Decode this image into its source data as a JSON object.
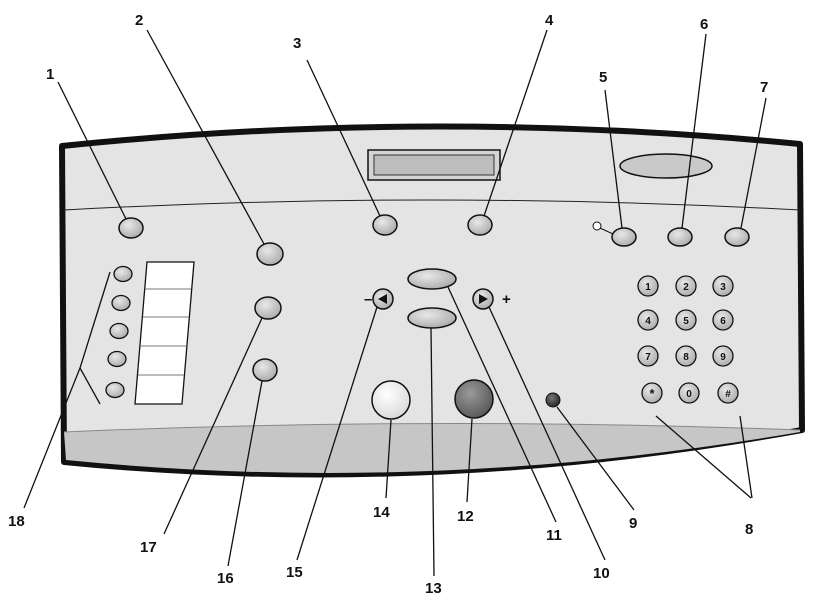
{
  "callouts": {
    "c1": "1",
    "c2": "2",
    "c3": "3",
    "c4": "4",
    "c5": "5",
    "c6": "6",
    "c7": "7",
    "c8": "8",
    "c9": "9",
    "c10": "10",
    "c11": "11",
    "c12": "12",
    "c13": "13",
    "c14": "14",
    "c15": "15",
    "c16": "16",
    "c17": "17",
    "c18": "18"
  },
  "keypad": {
    "k1": "1",
    "k2": "2",
    "k3": "3",
    "k4": "4",
    "k5": "5",
    "k6": "6",
    "k7": "7",
    "k8": "8",
    "k9": "9",
    "kstar": "*",
    "k0": "0",
    "khash": "#"
  },
  "signs": {
    "minus": "–",
    "plus": "+"
  },
  "colors": {
    "panel": "#e4e4e4",
    "panel_bottom": "#c6c6c6",
    "button": "#c8c8c8",
    "start_button": "#6e6e6e",
    "outline": "#111111"
  }
}
